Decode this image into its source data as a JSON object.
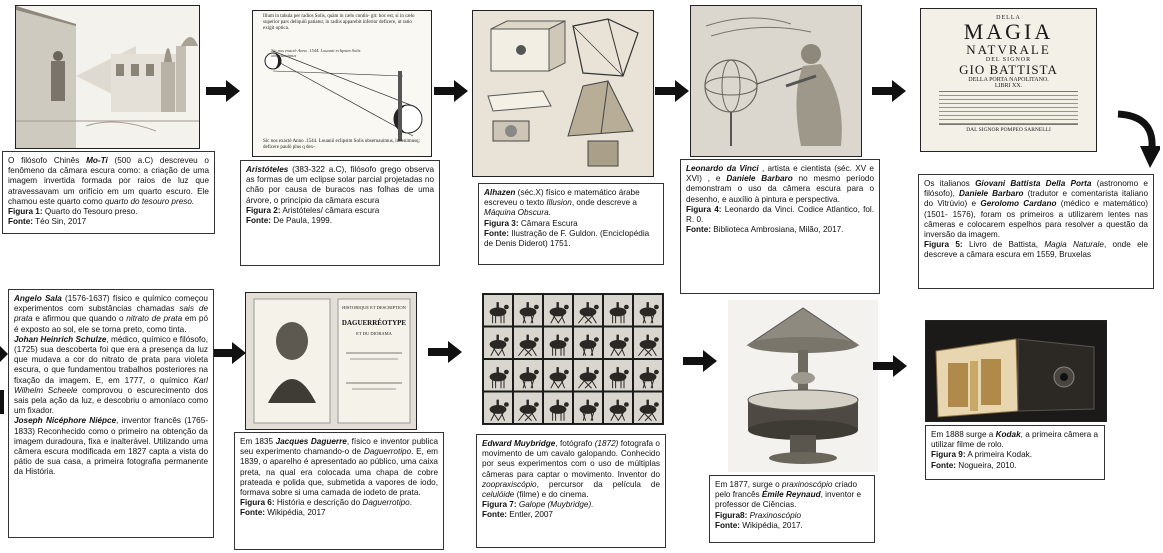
{
  "cards": {
    "c1": {
      "text": [
        {
          "t": "O filósofo Chinês "
        },
        {
          "t": "Mo-Ti",
          "b": 1,
          "i": 1
        },
        {
          "t": " (500 a.C) descreveu o fenômeno da câmara escura como: a criação de uma imagem invertida formada por raios de luz que atravessavam um orifício em um quarto escuro. Ele chamou este quarto como "
        },
        {
          "t": "quarto do tesouro preso.",
          "i": 1
        },
        {
          "br": 1
        },
        {
          "t": "Figura 1:",
          "b": 1
        },
        {
          "t": " Quarto do Tesouro preso."
        },
        {
          "br": 1
        },
        {
          "t": "Fonte:",
          "b": 1
        },
        {
          "t": " Téo Sin, 2017"
        }
      ]
    },
    "c2": {
      "text": [
        {
          "t": "Aristóteles",
          "b": 1,
          "i": 1
        },
        {
          "t": " (383-322 a.C), filósofo grego observa as formas de um eclipse solar parcial projetadas no chão por causa de buracos nas folhas de uma árvore, o princípio da câmara escura"
        },
        {
          "br": 1
        },
        {
          "t": "Figura 2:",
          "b": 1
        },
        {
          "t": " Aristóteles/ câmara escura"
        },
        {
          "br": 1
        },
        {
          "t": "Fonte:",
          "b": 1
        },
        {
          "t": " De Paula, 1999."
        }
      ]
    },
    "c3": {
      "text": [
        {
          "t": "Alhazen",
          "b": 1,
          "i": 1
        },
        {
          "t": " (séc.X) físico e matemático árabe escreveu o texto "
        },
        {
          "t": "Illusion",
          "i": 1
        },
        {
          "t": ", onde descreve a "
        },
        {
          "t": "Máquina Obscura.",
          "i": 1
        },
        {
          "br": 1
        },
        {
          "t": "Figura 3:",
          "b": 1
        },
        {
          "t": " Câmara Escura"
        },
        {
          "br": 1
        },
        {
          "t": "Fonte:",
          "b": 1
        },
        {
          "t": " Ilustração de F. Guldon. (Enciclopédia de Denis Diderot) 1751."
        }
      ]
    },
    "c4": {
      "text": [
        {
          "t": "Leonardo da Vinci",
          "b": 1,
          "i": 1
        },
        {
          "t": " , artista e cientista (séc. XV e XVI) , e "
        },
        {
          "t": "Daniele Barbaro",
          "b": 1,
          "i": 1
        },
        {
          "t": " no mesmo período demonstram o uso da câmera escura para o desenho, e auxílio à pintura e perspectiva."
        },
        {
          "br": 1
        },
        {
          "t": "Figura 4:",
          "b": 1
        },
        {
          "t": " Leonardo da Vinci. Codice Atlantico, fol. R. 0."
        },
        {
          "br": 1
        },
        {
          "t": "Fonte:",
          "b": 1
        },
        {
          "t": " Biblioteca Ambrosiana, Milão, 2017."
        }
      ]
    },
    "c5": {
      "text": [
        {
          "t": "Os italianos "
        },
        {
          "t": "Giovani Battista Della Porta",
          "b": 1,
          "i": 1
        },
        {
          "t": " (astronomo e filósofo), "
        },
        {
          "t": "Daniele Barbaro",
          "b": 1,
          "i": 1
        },
        {
          "t": " (tradutor e comentarista italiano do Vitrúvio) e "
        },
        {
          "t": "Gerolomo Cardano",
          "b": 1,
          "i": 1
        },
        {
          "t": " (médico e matemático) (1501- 1576), foram os primeiros a utilizarem lentes nas câmeras e colocarem espelhos para resolver a questão da inversão da imagem."
        },
        {
          "br": 1
        },
        {
          "t": "Figura 5:",
          "b": 1
        },
        {
          "t": " Livro de Battista, "
        },
        {
          "t": "Magia Naturale",
          "i": 1
        },
        {
          "t": ", onde ele descreve a câmara escura em 1559, Bruxelas"
        }
      ]
    },
    "c6": {
      "text": [
        {
          "t": "Angelo Sala",
          "b": 1,
          "i": 1
        },
        {
          "t": " (1576-1637) físico e químico começou experimentos com substâncias chamadas "
        },
        {
          "t": "sais de prata",
          "i": 1
        },
        {
          "t": " e afirmou que quando o "
        },
        {
          "t": "nitrato de prata",
          "i": 1
        },
        {
          "t": " em pó é exposto ao sol, ele se torna preto, como tinta."
        },
        {
          "br": 1
        },
        {
          "t": "Johan Heinrich Schulze",
          "b": 1,
          "i": 1
        },
        {
          "t": ", médico, químico e filósofo, (1725) sua descoberta foi que era a presença da luz que mudava a cor do nitrato de prata para violeta escura, o que fundamentou trabalhos posteriores na fixação da imagem. E, em 1777, o químico "
        },
        {
          "t": "Karl Wilhelm Scheele",
          "i": 1
        },
        {
          "t": " comprovou o escurecimento dos sais pela ação da luz, e descobriu o amoníaco como um fixador."
        },
        {
          "br": 1
        },
        {
          "t": "Joseph Nicéphore Niépce",
          "b": 1,
          "i": 1
        },
        {
          "t": ", inventor francês (1765-1833) Reconhecido como o primeiro na obtenção da imagem duradoura, fixa e inalterável. Utilizando uma câmera escura modificada em 1827 capta a vista do pátio de sua casa, a primeira fotografia permanente da História."
        }
      ]
    },
    "c7": {
      "text": [
        {
          "t": "Em 1835 "
        },
        {
          "t": "Jacques Daguerre",
          "b": 1,
          "i": 1
        },
        {
          "t": ", físico e inventor publica seu experimento chamando-o de "
        },
        {
          "t": "Daguerrotipo",
          "i": 1
        },
        {
          "t": ". E, em 1839, o aparelho é apresentado ao público, uma caixa preta, na qual era colocada uma chapa de cobre prateada e polida que, submetida a vapores de iodo, formava sobre si uma camada de iodeto de prata."
        },
        {
          "br": 1
        },
        {
          "t": "Figura 6:",
          "b": 1
        },
        {
          "t": " História e descrição do "
        },
        {
          "t": "Daguerrotipo",
          "i": 1
        },
        {
          "t": "."
        },
        {
          "br": 1
        },
        {
          "t": "Fonte:",
          "b": 1
        },
        {
          "t": " Wikipédia, 2017"
        }
      ]
    },
    "c8": {
      "text": [
        {
          "t": "Edward Muybridge",
          "b": 1,
          "i": 1
        },
        {
          "t": ", fotógrafo "
        },
        {
          "t": "(1872)",
          "i": 1
        },
        {
          "t": " fotografa o movimento de um cavalo galopando. Conhecido por seus experimentos com o uso de múltiplas câmeras para captar o movimento. Inventor do "
        },
        {
          "t": "zoopraxiscópio",
          "i": 1
        },
        {
          "t": ", percursor da película de "
        },
        {
          "t": "celulóide",
          "i": 1
        },
        {
          "t": " (filme) e do cinema."
        },
        {
          "br": 1
        },
        {
          "t": "Figura 7:",
          "b": 1
        },
        {
          "t": " "
        },
        {
          "t": "Galope (Muybridge).",
          "i": 1
        },
        {
          "br": 1
        },
        {
          "t": "Fonte:",
          "b": 1
        },
        {
          "t": " Entler, 2007"
        }
      ]
    },
    "c9": {
      "text": [
        {
          "t": "Em 1877, surge o "
        },
        {
          "t": "praxinoscópio",
          "i": 1
        },
        {
          "t": " criado pelo francês "
        },
        {
          "t": "Émile Reynaud",
          "b": 1,
          "i": 1
        },
        {
          "t": ", inventor e professor de Ciências."
        },
        {
          "br": 1
        },
        {
          "t": "Figura8:",
          "b": 1
        },
        {
          "t": " "
        },
        {
          "t": "Praxinoscópio",
          "i": 1
        },
        {
          "br": 1
        },
        {
          "t": "Fonte:",
          "b": 1
        },
        {
          "t": " Wikipédia, 2017."
        }
      ]
    },
    "c10": {
      "text": [
        {
          "t": "Em 1888 surge a "
        },
        {
          "t": "Kodak",
          "b": 1,
          "i": 1
        },
        {
          "t": ", a primeira câmera a utilizar filme de rolo."
        },
        {
          "br": 1
        },
        {
          "t": "Figura 9:",
          "b": 1
        },
        {
          "t": " A primeira Kodak."
        },
        {
          "br": 1
        },
        {
          "t": "Fonte:",
          "b": 1
        },
        {
          "t": " Nogueira, 2010."
        }
      ]
    }
  },
  "images": {
    "f2_top": "Illum in tabula per radios Solis, quàm in cælo contin- git: hoc est, si in cælo superior pars deliquiũ patiatur, in radiis apparebit inferior deficere, ut ratio exigit optica.",
    "f2_label1": "Sic nos exactè Anno .1544. Louanii eclipsim Solis obseruauimus",
    "f2_bottom": "Sic nos exactè Anno .1544. Louanii eclipsim Solis obseruauimus, inuenimusq; deficere paulò plus q dex-",
    "f5_l1": "DELLA",
    "f5_l2": "MAGIA",
    "f5_l3": "NATVRALE",
    "f5_l4": "DEL SIGNOR",
    "f5_l5": "GIO BATTISTA",
    "f5_l6": "DELLA PORTA NAPOLITANO.",
    "f5_l7": "LIBRI XX.",
    "f5_l8": "DAL SIGNOR POMPEO SARNELLI",
    "f6_l1": "HISTORIQUE ET DESCRIPTION",
    "f6_l2": "DAGUERRÉOTYPE",
    "f6_l3": "ET DU DIORAMA"
  }
}
